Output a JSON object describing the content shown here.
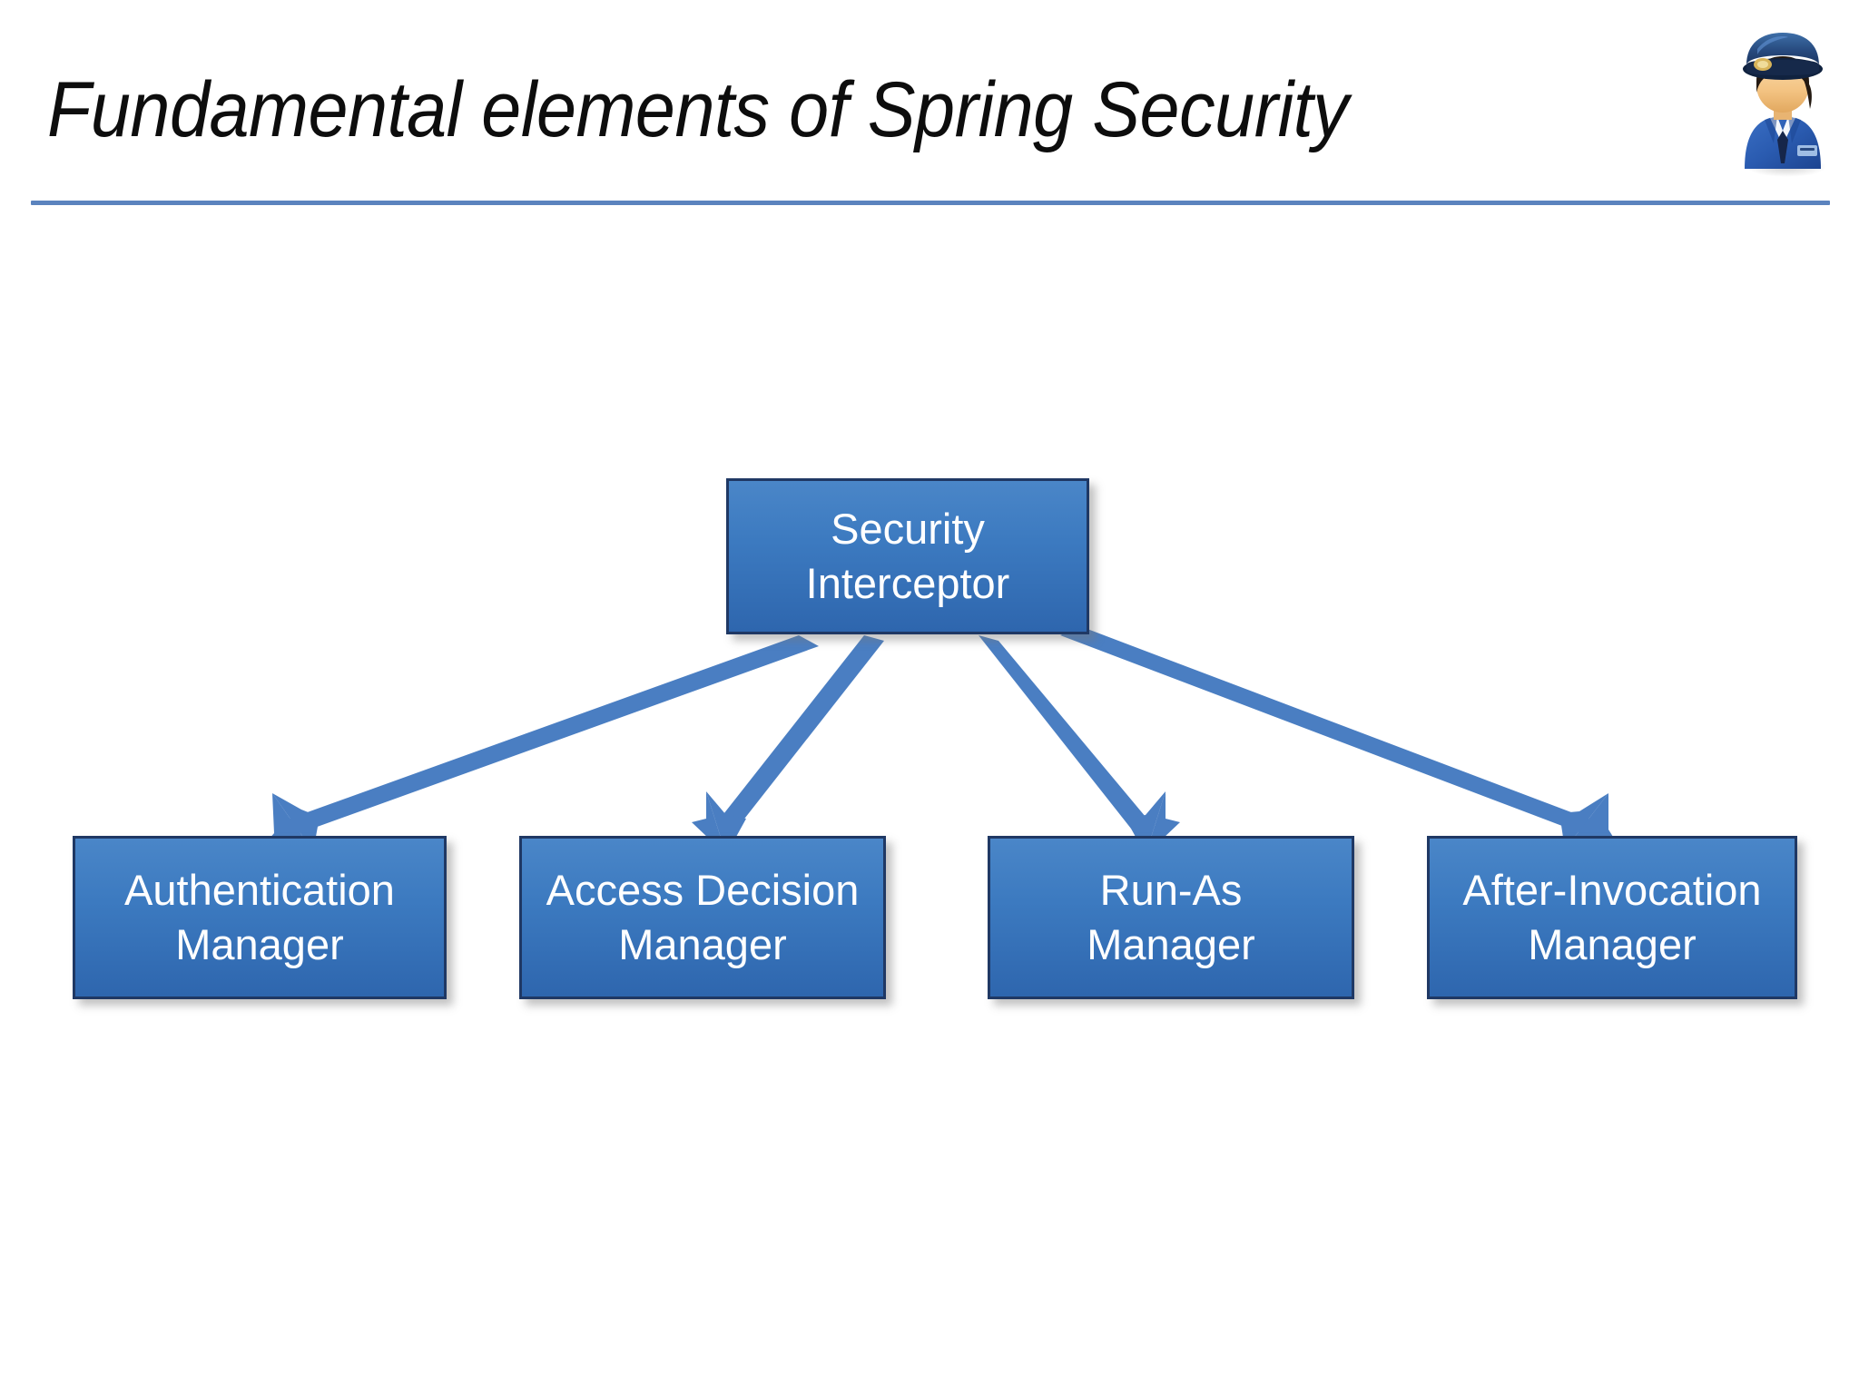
{
  "slide": {
    "title": "Fundamental elements of Spring Security",
    "background_color": "#ffffff",
    "title_color": "#0d0d0d",
    "rule_color": "#5b83be"
  },
  "icons": {
    "security_officer": "security-officer-icon"
  },
  "diagram": {
    "type": "hierarchy",
    "accent_color": "#4a7ec2",
    "box_fill_top": "#4a86c8",
    "box_fill_bottom": "#2e66ae",
    "box_border_color": "#1f3864",
    "box_text_color": "#ffffff",
    "root": {
      "id": "security-interceptor",
      "label": "Security\nInterceptor"
    },
    "children": [
      {
        "id": "authentication-manager",
        "label": "Authentication\nManager"
      },
      {
        "id": "access-decision-manager",
        "label": "Access Decision\nManager"
      },
      {
        "id": "run-as-manager",
        "label": "Run-As\nManager"
      },
      {
        "id": "after-invocation-manager",
        "label": "After-Invocation\nManager"
      }
    ],
    "connectors": [
      {
        "from": "security-interceptor",
        "to": "authentication-manager",
        "direction": "down-left",
        "style": "solid-arrow"
      },
      {
        "from": "security-interceptor",
        "to": "access-decision-manager",
        "direction": "down-left",
        "style": "solid-arrow"
      },
      {
        "from": "security-interceptor",
        "to": "run-as-manager",
        "direction": "down-right",
        "style": "solid-arrow"
      },
      {
        "from": "security-interceptor",
        "to": "after-invocation-manager",
        "direction": "down-right",
        "style": "solid-arrow"
      }
    ]
  }
}
